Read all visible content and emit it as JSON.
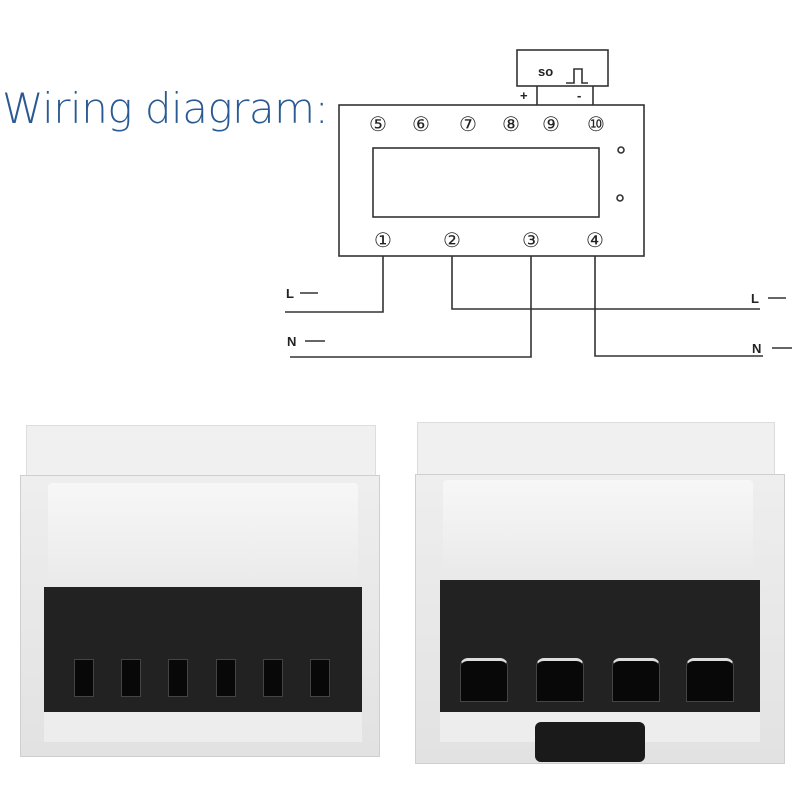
{
  "title": "Wiring diagram:",
  "diagram": {
    "pulse_label": "so",
    "plus": "+",
    "minus": "-",
    "top_terminals": [
      "⑤",
      "⑥",
      "⑦",
      "⑧",
      "⑨",
      "⑩"
    ],
    "bottom_terminals": [
      "①",
      "②",
      "③",
      "④"
    ],
    "left_L": "L",
    "left_N": "N",
    "right_L": "L",
    "right_N": "N"
  },
  "photos": [
    {
      "name": "meter-top-terminals",
      "holes": 6
    },
    {
      "name": "meter-bottom-terminals",
      "holes": 4
    }
  ]
}
